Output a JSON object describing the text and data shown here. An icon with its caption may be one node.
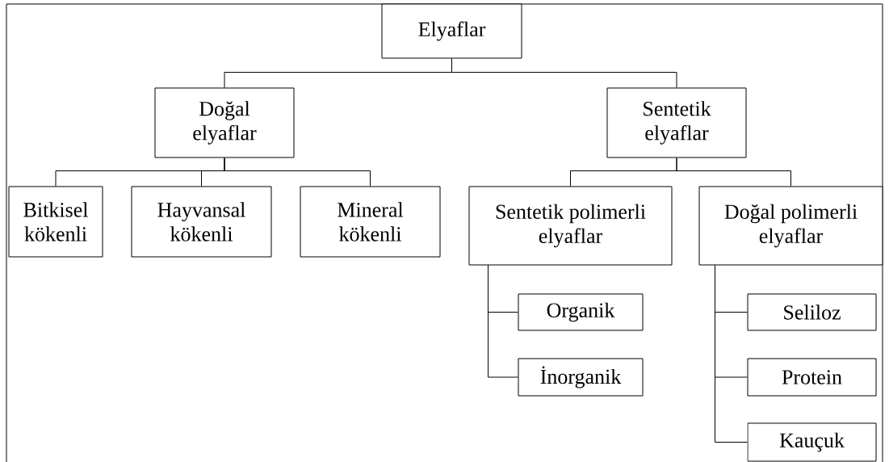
{
  "diagram": {
    "nodes": [
      {
        "text": [
          "Elyaflar"
        ]
      },
      {
        "text": [
          "Doğal elyaflar"
        ]
      },
      {
        "text": [
          "Sentetik elyaflar"
        ]
      },
      {
        "text": [
          "Bitkisel kökenli"
        ]
      },
      {
        "text": [
          "Hayvansal kökenli"
        ]
      },
      {
        "text": [
          "Mineral kökenli"
        ]
      },
      {
        "text": [
          "Sentetik polimerli elyaflar"
        ]
      },
      {
        "text": [
          "Doğal polimerli elyaflar"
        ]
      },
      {
        "text": [
          "Organik"
        ]
      },
      {
        "text": [
          "İnorganik"
        ]
      },
      {
        "text": [
          "Seliloz"
        ]
      },
      {
        "text": [
          "Protein"
        ]
      },
      {
        "text": [
          "Kauçuk"
        ]
      }
    ],
    "edges": [
      {
        "from": 0,
        "to": 1,
        "arrow": "none"
      },
      {
        "from": 0,
        "to": 2,
        "arrow": "none"
      },
      {
        "from": 1,
        "to": 3,
        "arrow": "none"
      },
      {
        "from": 1,
        "to": 4,
        "arrow": "none"
      },
      {
        "from": 1,
        "to": 5,
        "arrow": "none"
      },
      {
        "from": 2,
        "to": 6,
        "arrow": "none"
      },
      {
        "from": 2,
        "to": 7,
        "arrow": "none"
      },
      {
        "from": 6,
        "to": 8,
        "arrow": "none"
      },
      {
        "from": 6,
        "to": 9,
        "arrow": "none"
      },
      {
        "from": 7,
        "to": 10,
        "arrow": "none"
      },
      {
        "from": 7,
        "to": 11,
        "arrow": "none"
      },
      {
        "from": 7,
        "to": 12,
        "arrow": "none"
      }
    ]
  }
}
